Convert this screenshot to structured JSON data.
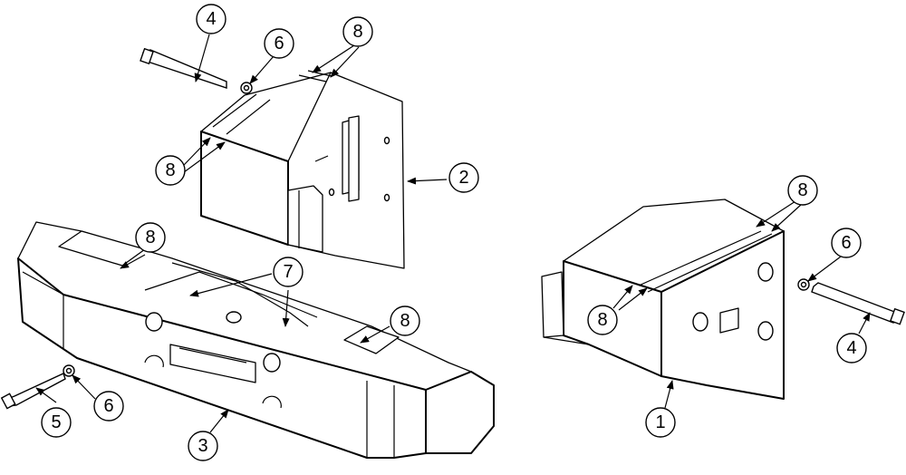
{
  "callouts": [
    {
      "label": "4"
    },
    {
      "label": "6"
    },
    {
      "label": "8"
    },
    {
      "label": "8"
    },
    {
      "label": "2"
    },
    {
      "label": "8"
    },
    {
      "label": "7"
    },
    {
      "label": "8"
    },
    {
      "label": "5"
    },
    {
      "label": "6"
    },
    {
      "label": "3"
    },
    {
      "label": "8"
    },
    {
      "label": "6"
    },
    {
      "label": "8"
    },
    {
      "label": "4"
    },
    {
      "label": "1"
    }
  ]
}
